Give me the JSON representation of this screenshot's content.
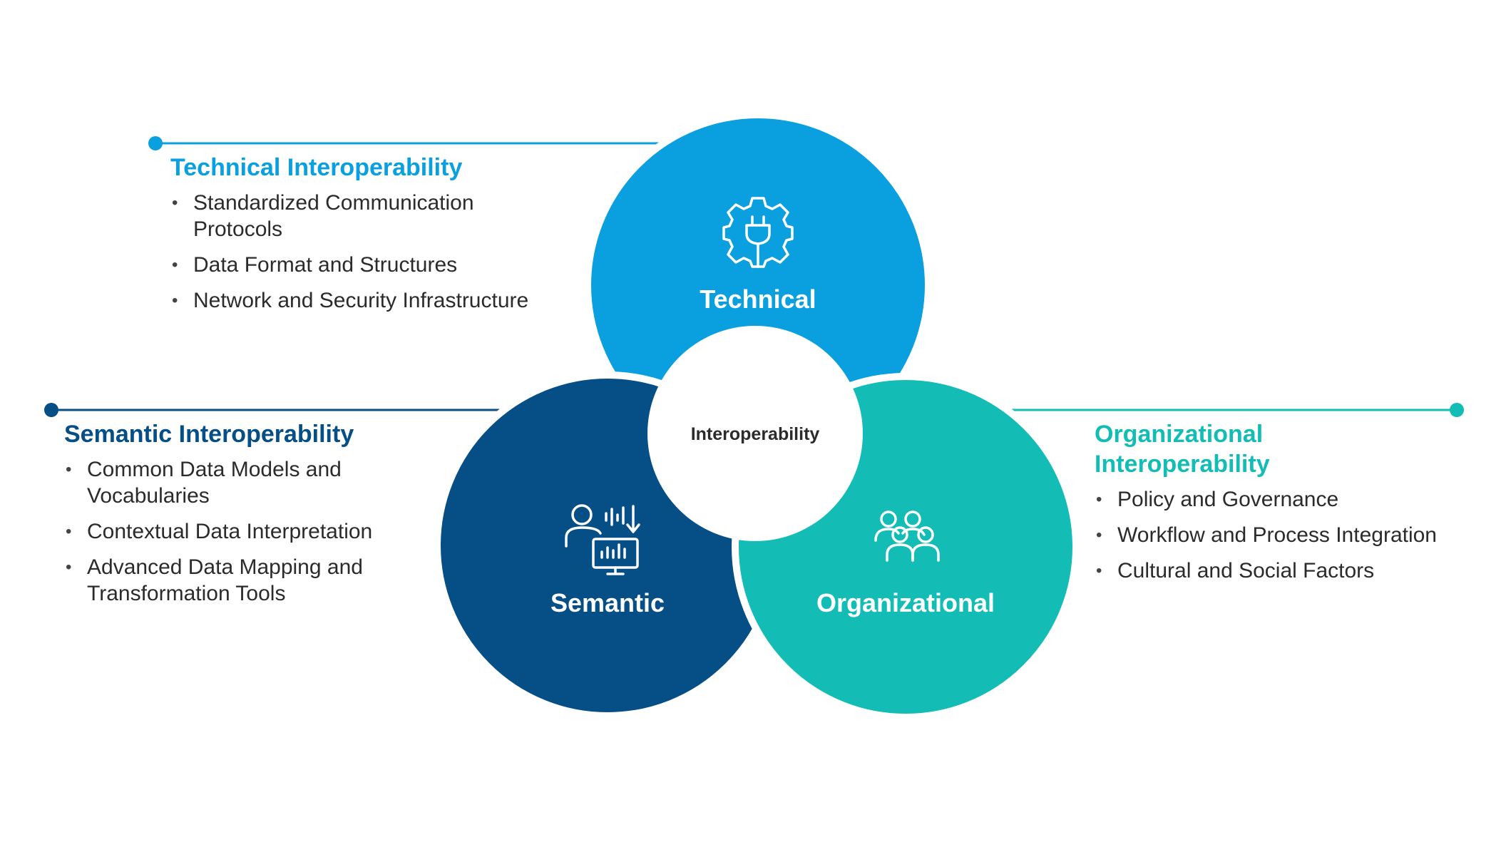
{
  "colors": {
    "technical": "#0aa0e0",
    "semantic": "#064f86",
    "organizational": "#13bdb5",
    "text": "#2b2b2b",
    "background": "#ffffff"
  },
  "center": {
    "label": "Interoperability"
  },
  "circles": {
    "technical": {
      "label": "Technical",
      "icon": "gear-plug-icon"
    },
    "semantic": {
      "label": "Semantic",
      "icon": "person-data-monitor-icon"
    },
    "organizational": {
      "label": "Organizational",
      "icon": "people-group-icon"
    }
  },
  "blocks": {
    "technical": {
      "title": "Technical Interoperability",
      "items": [
        "Standardized Communication Protocols",
        "Data Format and Structures",
        "Network and Security Infrastructure"
      ]
    },
    "semantic": {
      "title": "Semantic Interoperability",
      "items": [
        "Common Data Models and Vocabularies",
        "Contextual Data Interpretation",
        "Advanced Data Mapping and Transformation Tools"
      ]
    },
    "organizational": {
      "title": "Organizational Interoperability",
      "items": [
        "Policy and Governance",
        "Workflow and Process Integration",
        "Cultural and Social Factors"
      ]
    }
  }
}
